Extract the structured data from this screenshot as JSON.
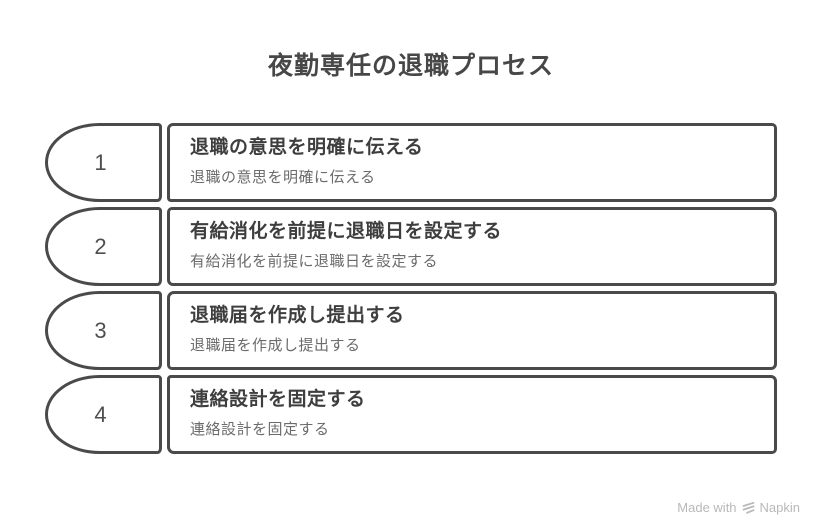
{
  "title": "夜勤専任の退職プロセス",
  "steps": [
    {
      "number": "1",
      "title": "退職の意思を明確に伝える",
      "subtitle": "退職の意思を明確に伝える"
    },
    {
      "number": "2",
      "title": "有給消化を前提に退職日を設定する",
      "subtitle": "有給消化を前提に退職日を設定する"
    },
    {
      "number": "3",
      "title": "退職届を作成し提出する",
      "subtitle": "退職届を作成し提出する"
    },
    {
      "number": "4",
      "title": "連絡設計を固定する",
      "subtitle": "連絡設計を固定する"
    }
  ],
  "watermark": {
    "prefix": "Made with",
    "brand": "Napkin"
  },
  "colors": {
    "background": "#ffffff",
    "border": "#4a4a4a",
    "title_text": "#474747",
    "step_title_text": "#3e3e3e",
    "step_subtitle_text": "#6b6b6b",
    "watermark_text": "#b9b9b9"
  }
}
